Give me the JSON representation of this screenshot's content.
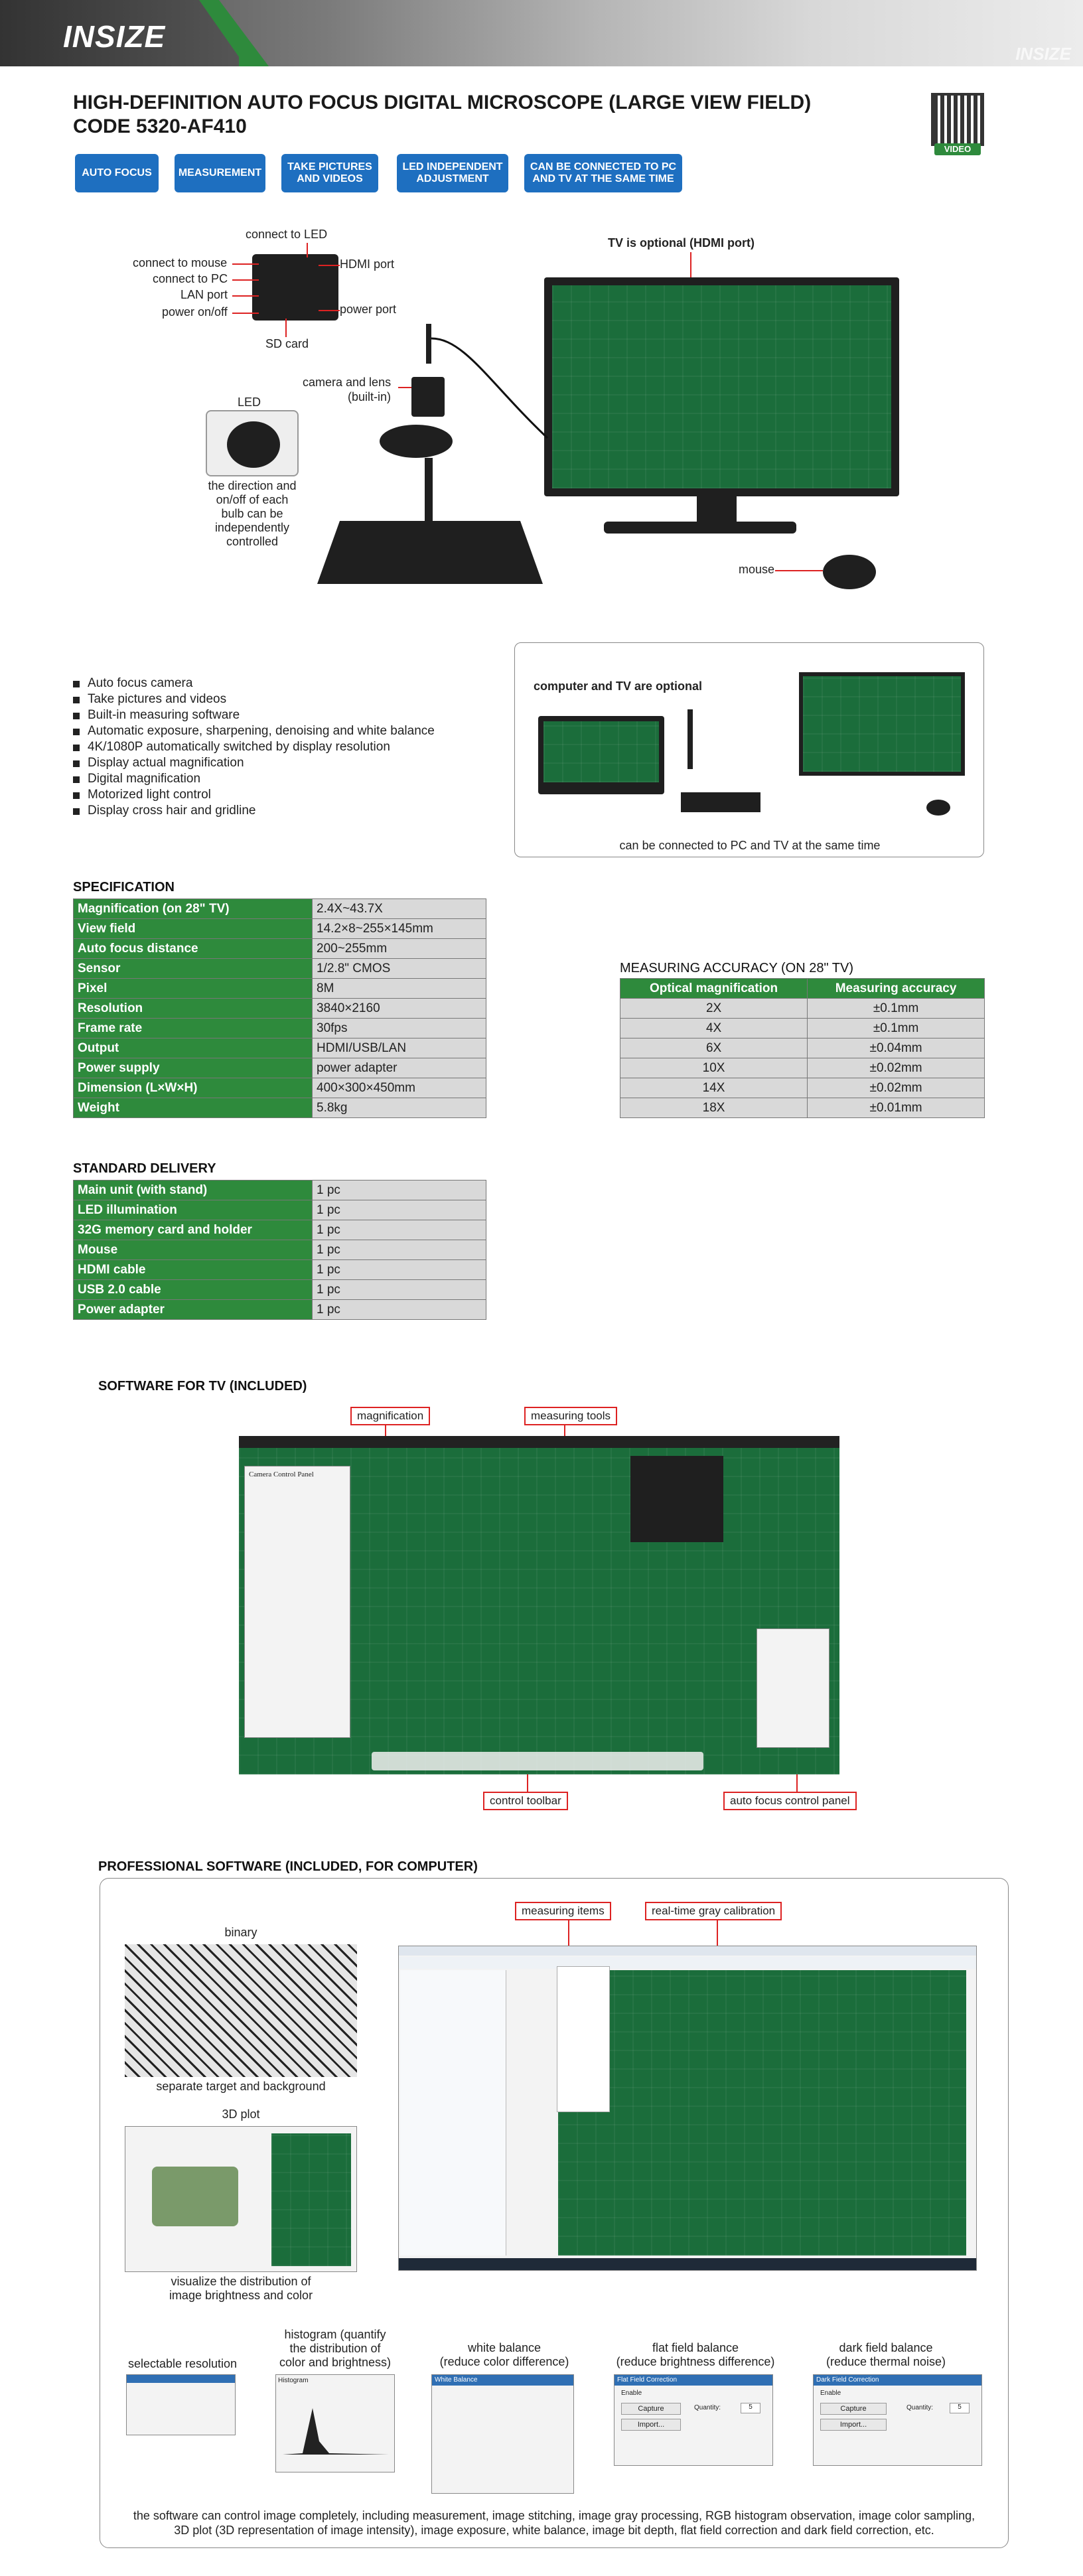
{
  "header": {
    "logo": "INSIZE",
    "logo_right": "INSIZE"
  },
  "title": {
    "line1": "HIGH-DEFINITION AUTO FOCUS DIGITAL MICROSCOPE (LARGE VIEW FIELD)",
    "line2": "CODE 5320-AF410"
  },
  "qr_label": "VIDEO",
  "features": [
    "AUTO FOCUS",
    "MEASUREMENT",
    "TAKE PICTURES AND VIDEOS",
    "LED INDEPENDENT ADJUSTMENT",
    "CAN BE CONNECTED TO PC AND TV AT THE SAME TIME"
  ],
  "diagram": {
    "connect_led": "connect to LED",
    "connect_mouse": "connect to mouse",
    "connect_pc": "connect to PC",
    "lan_port": "LAN port",
    "power_onoff": "power on/off",
    "hdmi_port": "HDMI port",
    "power_port": "power port",
    "sd_card": "SD card",
    "camera_lens1": "camera and lens",
    "camera_lens2": "(built-in)",
    "led": "LED",
    "led_desc": [
      "the direction and",
      "on/off of each",
      "bulb can be",
      "independently",
      "controlled"
    ],
    "tv_optional": "TV is optional (HDMI port)",
    "mouse": "mouse"
  },
  "features_list": [
    "Auto focus camera",
    "Take pictures and videos",
    "Built-in measuring software",
    "Automatic exposure, sharpening, denoising and white balance",
    "4K/1080P automatically switched by display resolution",
    "Display actual magnification",
    "Digital magnification",
    "Motorized light control",
    "Display cross hair and gridline"
  ],
  "optional_box": {
    "title": "computer and TV are optional",
    "caption": "can be connected to PC and TV at the same time"
  },
  "specification": {
    "title": "SPECIFICATION",
    "rows": [
      [
        "Magnification (on 28\" TV)",
        "2.4X~43.7X"
      ],
      [
        "View field",
        "14.2×8~255×145mm"
      ],
      [
        "Auto focus distance",
        "200~255mm"
      ],
      [
        "Sensor",
        "1/2.8\" CMOS"
      ],
      [
        "Pixel",
        "8M"
      ],
      [
        "Resolution",
        "3840×2160"
      ],
      [
        "Frame rate",
        "30fps"
      ],
      [
        "Output",
        "HDMI/USB/LAN"
      ],
      [
        "Power supply",
        "power adapter"
      ],
      [
        "Dimension (L×W×H)",
        "400×300×450mm"
      ],
      [
        "Weight",
        "5.8kg"
      ]
    ]
  },
  "accuracy": {
    "title": "MEASURING ACCURACY (ON 28\" TV)",
    "headers": [
      "Optical magnification",
      "Measuring accuracy"
    ],
    "rows": [
      [
        "2X",
        "±0.1mm"
      ],
      [
        "4X",
        "±0.1mm"
      ],
      [
        "6X",
        "±0.04mm"
      ],
      [
        "10X",
        "±0.02mm"
      ],
      [
        "14X",
        "±0.02mm"
      ],
      [
        "18X",
        "±0.01mm"
      ]
    ]
  },
  "delivery": {
    "title": "STANDARD DELIVERY",
    "rows": [
      [
        "Main unit (with stand)",
        "1 pc"
      ],
      [
        "LED illumination",
        "1 pc"
      ],
      [
        "32G memory card and holder",
        "1 pc"
      ],
      [
        "Mouse",
        "1 pc"
      ],
      [
        "HDMI cable",
        "1 pc"
      ],
      [
        "USB 2.0 cable",
        "1 pc"
      ],
      [
        "Power adapter",
        "1 pc"
      ]
    ]
  },
  "software_tv": {
    "title": "SOFTWARE FOR TV (INCLUDED)",
    "magnification": "magnification",
    "measuring_tools": "measuring tools",
    "control_toolbar": "control toolbar",
    "af_panel": "auto focus control panel",
    "panel_title": "Camera Control Panel"
  },
  "software_pc": {
    "title": "PROFESSIONAL SOFTWARE (INCLUDED, FOR COMPUTER)",
    "measuring_items": "measuring items",
    "gray_cal": "real-time gray calibration",
    "binary": "binary",
    "binary_cap": "separate target and background",
    "plot3d": "3D plot",
    "plot3d_cap": [
      "visualize the distribution of",
      "image brightness and color"
    ],
    "sel_res": "selectable resolution",
    "histogram": [
      "histogram (quantify",
      "the distribution of",
      "color and brightness)"
    ],
    "white_balance": [
      "white balance",
      "(reduce color difference)"
    ],
    "flat_field": [
      "flat field balance",
      "(reduce brightness difference)"
    ],
    "dark_field": [
      "dark field balance",
      "(reduce thermal noise)"
    ],
    "win_hist": "Histogram",
    "win_wb": "White Balance",
    "win_ff": "Flat Field Correction",
    "win_df": "Dark Field Correction",
    "capture": "Capture",
    "import": "Import...",
    "quantity": "Quantity:",
    "enable": "Enable",
    "qty_val": "5",
    "footer": [
      "the software can control image completely, including measurement, image stitching, image gray processing, RGB histogram observation, image color sampling,",
      "3D plot (3D representation of image intensity), image exposure, white balance, image bit depth, flat field correction and dark field correction, etc."
    ]
  }
}
